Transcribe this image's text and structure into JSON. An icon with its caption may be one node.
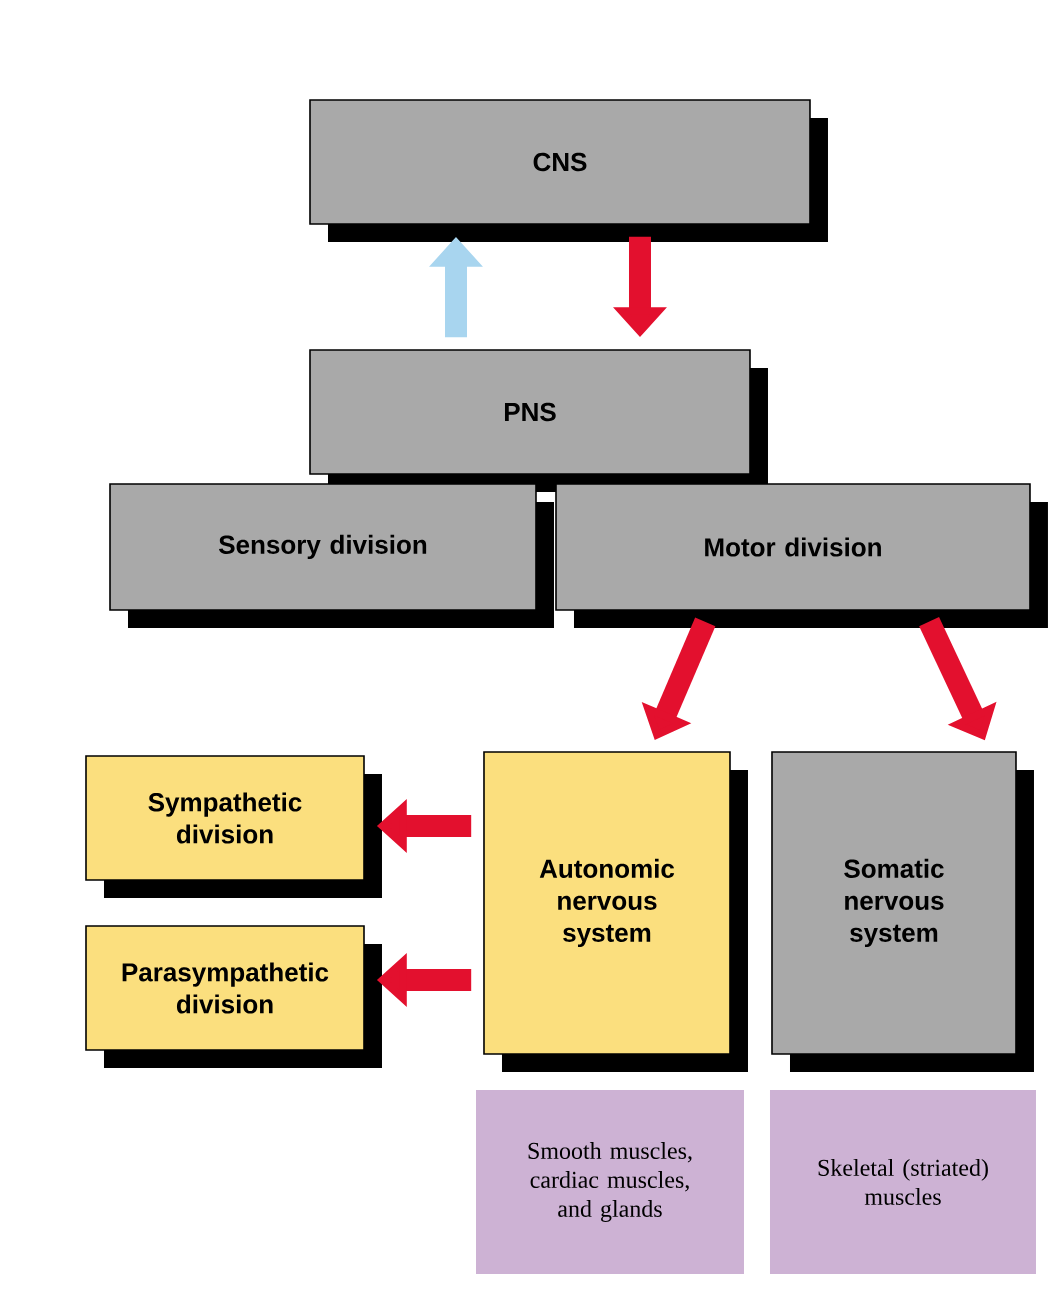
{
  "diagram": {
    "nodes": [
      {
        "text": [
          "CNS"
        ]
      },
      {
        "text": [
          "PNS"
        ]
      },
      {
        "text": [
          "Sensory division"
        ]
      },
      {
        "text": [
          "Motor division"
        ]
      },
      {
        "text": [
          "Sympathetic division"
        ]
      },
      {
        "text": [
          "Parasympathetic division"
        ]
      },
      {
        "text": [
          "Autonomic nervous system"
        ]
      },
      {
        "text": [
          "Somatic nervous system"
        ]
      },
      {
        "text": [
          "Smooth muscles, cardiac muscles, and glands"
        ]
      },
      {
        "text": [
          "Skeletal (striated) muscles"
        ]
      }
    ],
    "edges": [
      {
        "from": 1,
        "to": 0,
        "arrow": "to",
        "color": "#a8d5ef"
      },
      {
        "from": 0,
        "to": 1,
        "arrow": "to"
      },
      {
        "from": 3,
        "to": 6,
        "arrow": "to"
      },
      {
        "from": 3,
        "to": 7,
        "arrow": "to"
      },
      {
        "from": 6,
        "to": 4,
        "arrow": "to"
      },
      {
        "from": 6,
        "to": 5,
        "arrow": "to"
      }
    ]
  }
}
